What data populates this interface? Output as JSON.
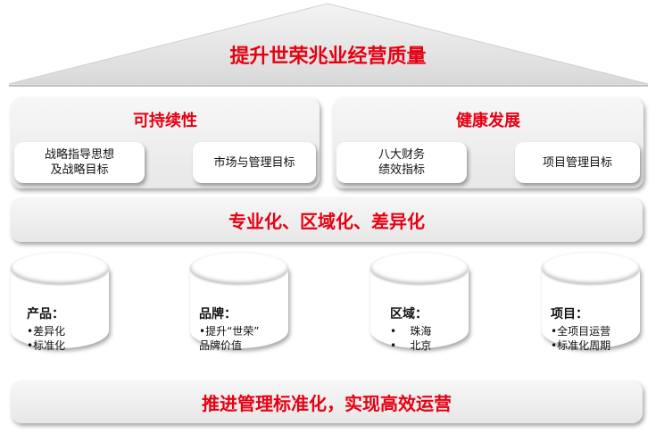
{
  "roof": {
    "title": "提升世荣兆业经营质量"
  },
  "pillars": [
    {
      "title": "可持续性",
      "items": [
        "战略指导思想\n及战略目标",
        "市场与管理目标"
      ]
    },
    {
      "title": "健康发展",
      "items": [
        "八大财务\n绩效指标",
        "项目管理目标"
      ]
    }
  ],
  "middle_bar": {
    "text": "专业化、区域化、差异化"
  },
  "cylinders": [
    {
      "title": "产品：",
      "lines": [
        "•差异化",
        "•标准化"
      ]
    },
    {
      "title": "品牌：",
      "lines": [
        "•提升“世荣”",
        "品牌价值"
      ]
    },
    {
      "title": "区域：",
      "lines": [
        "•    珠海",
        "•    北京"
      ]
    },
    {
      "title": "项目：",
      "lines": [
        "•全项目运营",
        "•标准化周期"
      ]
    }
  ],
  "foundation": {
    "text": "推进管理标准化，实现高效运营"
  },
  "colors": {
    "accent": "#e60012",
    "panel": "#ececec"
  }
}
